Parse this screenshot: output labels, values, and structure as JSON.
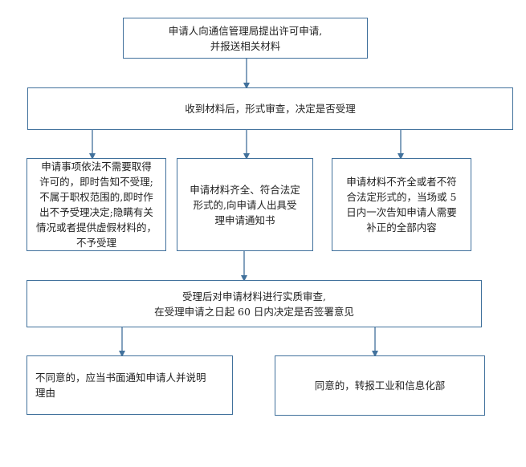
{
  "nodes": {
    "step1": "申请人向通信管理局提出许可申请,\n并报送相关材料",
    "step2": "收到材料后，形式审查，决定是否受理",
    "branch_left": "申请事项依法不需要取得\n许可的，即时告知不受理;\n不属于职权范围的,即时作\n出不予受理决定;隐瞒有关\n情况或者提供虚假材料的，\n不予受理",
    "branch_mid": "申请材料齐全、符合法定\n形式的,向申请人出具受\n理申请通知书",
    "branch_right": "申请材料不齐全或者不符\n合法定形式的，当场或 5\n日内一次告知申请人需要\n补正的全部内容",
    "step3": "受理后对申请材料进行实质审查,\n在受理申请之日起 60 日内决定是否签署意见",
    "result_reject": "不同意的，应当书面通知申请人并说明\n理由",
    "result_approve": "同意的，转报工业和信息化部"
  },
  "colors": {
    "border": "#41719c",
    "arrow": "#41719c",
    "text": "#222222"
  }
}
